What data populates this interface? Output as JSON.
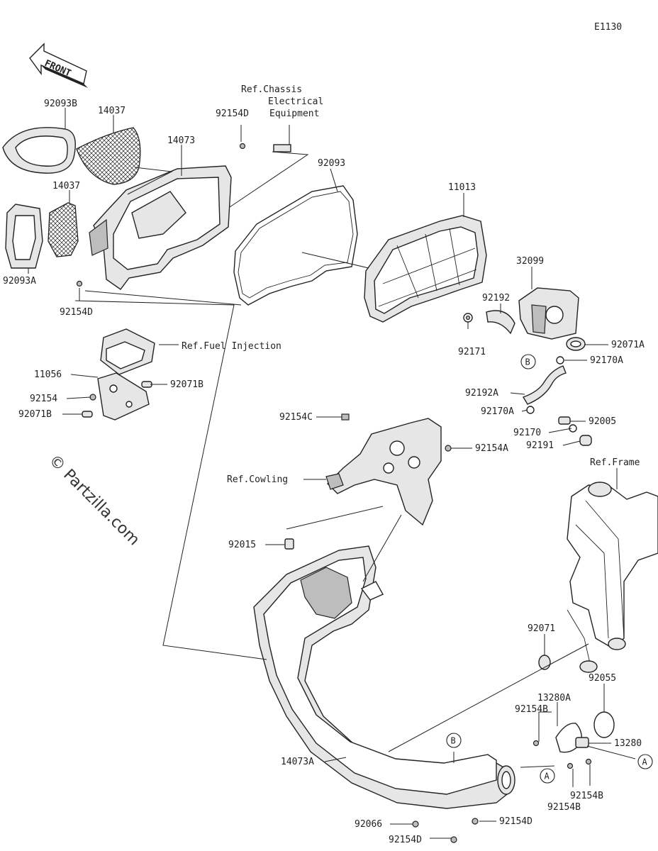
{
  "diagram_code": "E1130",
  "front_label": "FRONT",
  "watermark": "© Partzilla.com",
  "parts": {
    "p92093B": "92093B",
    "p14037_top": "14037",
    "p14037_mid": "14037",
    "p92093A": "92093A",
    "p14073": "14073",
    "p92154D_a": "92154D",
    "p92154D_b": "92154D",
    "p92093": "92093",
    "p11013": "11013",
    "p32099": "32099",
    "p92192": "92192",
    "p92171": "92171",
    "p92071A": "92071A",
    "p92170A_a": "92170A",
    "p92192A": "92192A",
    "p92170A_b": "92170A",
    "p92005": "92005",
    "p92170": "92170",
    "p92191": "92191",
    "p11056": "11056",
    "p92154": "92154",
    "p92071B_a": "92071B",
    "p92071B_b": "92071B",
    "p92154C": "92154C",
    "p92154A": "92154A",
    "p92015": "92015",
    "p92071": "92071",
    "p92055": "92055",
    "p13280A": "13280A",
    "p92154B_a": "92154B",
    "p13280": "13280",
    "p14073A": "14073A",
    "p92154B_b": "92154B",
    "p92154B_c": "92154B",
    "p92066": "92066",
    "p92154D_c": "92154D",
    "p92154D_d": "92154D"
  },
  "refs": {
    "chassis_l1": "Ref.Chassis",
    "chassis_l2": "Electrical",
    "chassis_l3": "Equipment",
    "fuel": "Ref.Fuel Injection",
    "cowling": "Ref.Cowling",
    "frame": "Ref.Frame"
  },
  "markers": {
    "B1": "B",
    "B2": "B",
    "A1": "A",
    "A2": "A"
  }
}
